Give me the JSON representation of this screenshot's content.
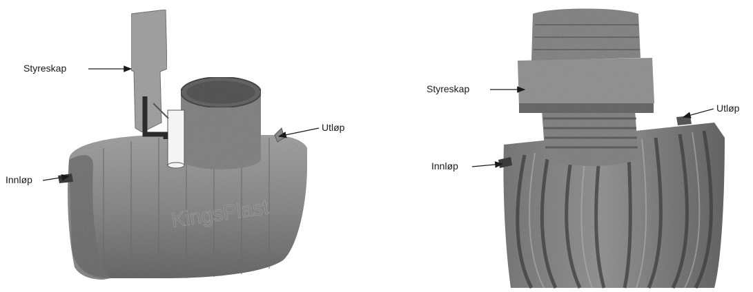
{
  "figures": [
    {
      "id": "horizontal-tank",
      "logo_text": "KingsPlast",
      "labels": {
        "control_cabinet": "Styreskap",
        "outlet": "Utløp",
        "inlet": "Innløp"
      }
    },
    {
      "id": "vertical-ribbed-tank",
      "labels": {
        "control_cabinet": "Styreskap",
        "outlet": "Utløp",
        "inlet": "Innløp"
      }
    }
  ],
  "colors": {
    "tank_fill": "#8c8c8c",
    "tank_dark": "#5e5e5e",
    "tank_light": "#b4b4b4",
    "pipe": "#2b2b2b",
    "label_text": "#1a1a1a",
    "leader_line": "#1a1a1a"
  }
}
